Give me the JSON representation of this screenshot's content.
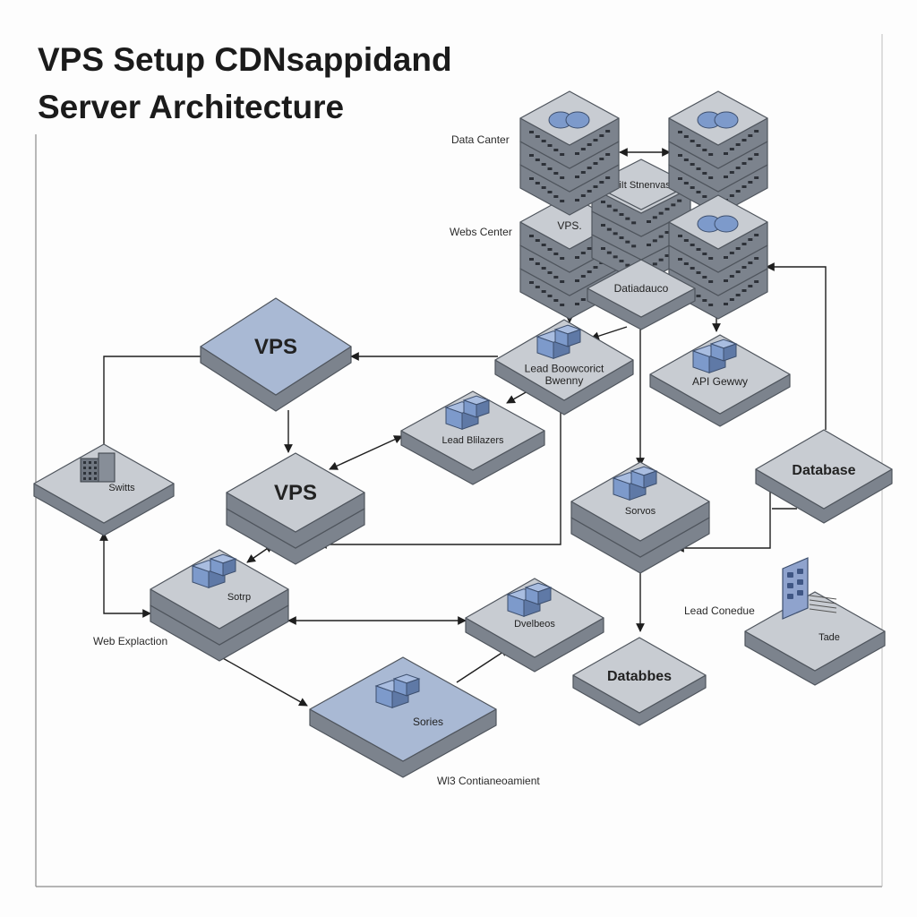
{
  "title": "VPS Setup CDNsappidand\nServer Architecture",
  "labels": {
    "data_center": "Data Canter",
    "web_center": "Webs Center",
    "web_application": "Web Explaction",
    "w3_environment": "Wl3 Contianeoamient",
    "lead_conecture": "Lead Conedue"
  },
  "nodes": {
    "vps_top_left_server": "VPS.",
    "switch_stack": "SuiIt Stnenvass",
    "database_upper": "Datiadauco",
    "load_gateway": "Lead Boowcorict\nBwenny",
    "api_gateway": "API Gewwy",
    "vps_main": "VPS",
    "load_balancers": "Lead Blilazers",
    "switch": "Switts",
    "vps_secondary": "VPS",
    "servers_right": "Sorvos",
    "database_right": "Database",
    "storage": "Sotrp",
    "devices": "Dvelbeos",
    "databases": "Databbes",
    "series": "Sories",
    "table": "Tade"
  },
  "colors": {
    "tile_gray": "#c8ccd2",
    "tile_blue": "#a9b9d4",
    "tile_side": "#7c838d",
    "icon_blue": "#7d9acb",
    "line": "#1e1e1e"
  }
}
